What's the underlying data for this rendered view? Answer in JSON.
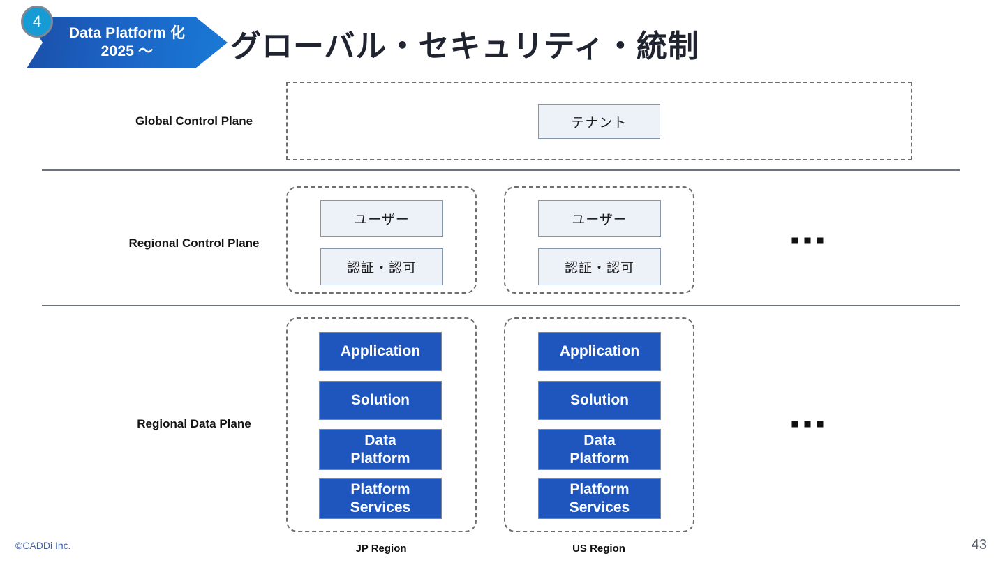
{
  "slide": {
    "title": "グローバル・セキュリティ・統制",
    "badge_number": "4",
    "chevron_line1": "Data Platform 化",
    "chevron_line2": "2025 〜",
    "accent_blue": "#1F56BE",
    "chevron_gradient_start": "#1B4FA8",
    "chevron_gradient_end": "#1A7AD6",
    "badge_color": "#169BD5",
    "light_box_fill": "#EDF1F8",
    "light_box_border": "#8496AE",
    "divider_color": "#6B7280"
  },
  "rows": {
    "global_control_plane": {
      "label": "Global Control Plane",
      "boxes": [
        {
          "label": "テナント"
        }
      ]
    },
    "regional_control_plane": {
      "label": "Regional Control Plane",
      "groups": [
        {
          "boxes": [
            {
              "label": "ユーザー"
            },
            {
              "label": "認証・認可"
            }
          ]
        },
        {
          "boxes": [
            {
              "label": "ユーザー"
            },
            {
              "label": "認証・認可"
            }
          ]
        }
      ],
      "more_indicator": "•••"
    },
    "regional_data_plane": {
      "label": "Regional Data Plane",
      "groups": [
        {
          "caption": "JP Region",
          "boxes": [
            {
              "label": "Application"
            },
            {
              "label": "Solution"
            },
            {
              "label": "Data\nPlatform"
            },
            {
              "label": "Platform\nServices"
            }
          ]
        },
        {
          "caption": "US Region",
          "boxes": [
            {
              "label": "Application"
            },
            {
              "label": "Solution"
            },
            {
              "label": "Data\nPlatform"
            },
            {
              "label": "Platform\nServices"
            }
          ]
        }
      ],
      "more_indicator": "•••"
    }
  },
  "footer": {
    "copyright": "©CADDi Inc.",
    "page_number": "43"
  }
}
